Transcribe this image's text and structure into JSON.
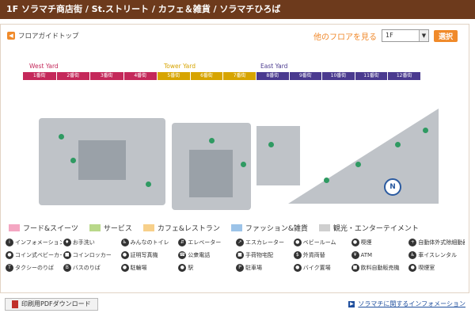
{
  "header": {
    "title": "1F ソラマチ商店街 / St.ストリート / カフェ＆雑貨 / ソラマチひろば"
  },
  "guide_top": {
    "label": "フロアガイドトップ"
  },
  "floor_selector": {
    "label": "他のフロアを見る",
    "value": "1F",
    "go": "選択"
  },
  "yards": {
    "west": "West Yard",
    "tower": "Tower Yard",
    "east": "East Yard",
    "columns": [
      "1番街",
      "2番街",
      "3番街",
      "4番街",
      "5番街",
      "6番街",
      "7番街",
      "8番街",
      "9番街",
      "10番街",
      "11番街",
      "12番街"
    ],
    "colors": {
      "west": "#c4285a",
      "tower": "#d7a400",
      "east": "#4a3a8f"
    }
  },
  "categories": [
    {
      "label": "フード&スイーツ",
      "color": "#f4a6c2"
    },
    {
      "label": "サービス",
      "color": "#b9d88a"
    },
    {
      "label": "カフェ&レストラン",
      "color": "#f7d08a"
    },
    {
      "label": "ファッション&雑貨",
      "color": "#9cc3e8"
    },
    {
      "label": "観光・エンターテイメント",
      "color": "#cfcfcf"
    }
  ],
  "icons": [
    {
      "label": "インフォメーション",
      "icon": "info-icon"
    },
    {
      "label": "お手洗い",
      "icon": "restroom-icon"
    },
    {
      "label": "みんなのトイレ",
      "icon": "accessible-toilet-icon"
    },
    {
      "label": "エレベーター",
      "icon": "elevator-icon"
    },
    {
      "label": "エスカレーター",
      "icon": "escalator-icon"
    },
    {
      "label": "ベビールーム",
      "icon": "baby-room-icon"
    },
    {
      "label": "喫煙",
      "icon": "smoking-icon"
    },
    {
      "label": "自動体外式除細動器",
      "icon": "aed-icon"
    },
    {
      "label": "コイン式ベビーカー",
      "icon": "stroller-icon"
    },
    {
      "label": "コインロッカー",
      "icon": "locker-icon"
    },
    {
      "label": "証明写真機",
      "icon": "photo-booth-icon"
    },
    {
      "label": "公衆電話",
      "icon": "phone-icon"
    },
    {
      "label": "手荷物宅配",
      "icon": "luggage-icon"
    },
    {
      "label": "外貨両替",
      "icon": "exchange-icon"
    },
    {
      "label": "ATM",
      "icon": "atm-icon"
    },
    {
      "label": "車イスレンタル",
      "icon": "wheelchair-icon"
    },
    {
      "label": "タクシーのりば",
      "icon": "taxi-icon"
    },
    {
      "label": "バスのりば",
      "icon": "bus-icon"
    },
    {
      "label": "駐輪場",
      "icon": "bicycle-icon"
    },
    {
      "label": "駅",
      "icon": "station-icon"
    },
    {
      "label": "駐車場",
      "icon": "parking-icon"
    },
    {
      "label": "バイク置場",
      "icon": "motorbike-icon"
    },
    {
      "label": "飲料自動販売機",
      "icon": "vending-icon"
    },
    {
      "label": "喫煙室",
      "icon": "smoking-room-icon"
    }
  ],
  "footer": {
    "pdf": "印刷用PDFダウンロード",
    "info": "ソラマチに関するインフォメーション"
  },
  "map": {
    "compass": "N"
  }
}
